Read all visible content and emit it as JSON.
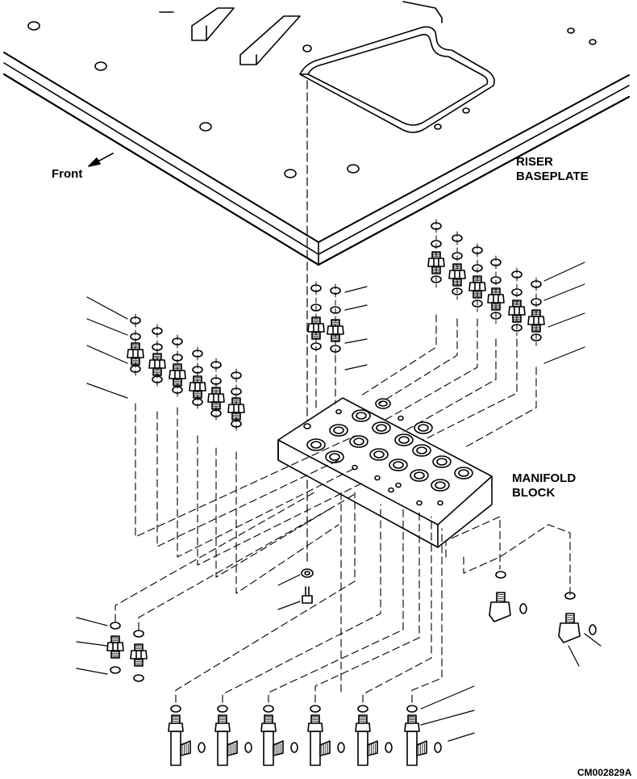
{
  "labels": {
    "front": "Front",
    "riser_line1": "RISER",
    "riser_line2": "BASEPLATE",
    "manifold_line1": "MANIFOLD",
    "manifold_line2": "BLOCK",
    "drawing_id": "CM002829A"
  },
  "colors": {
    "ink": "#000000",
    "paper": "#ffffff"
  }
}
